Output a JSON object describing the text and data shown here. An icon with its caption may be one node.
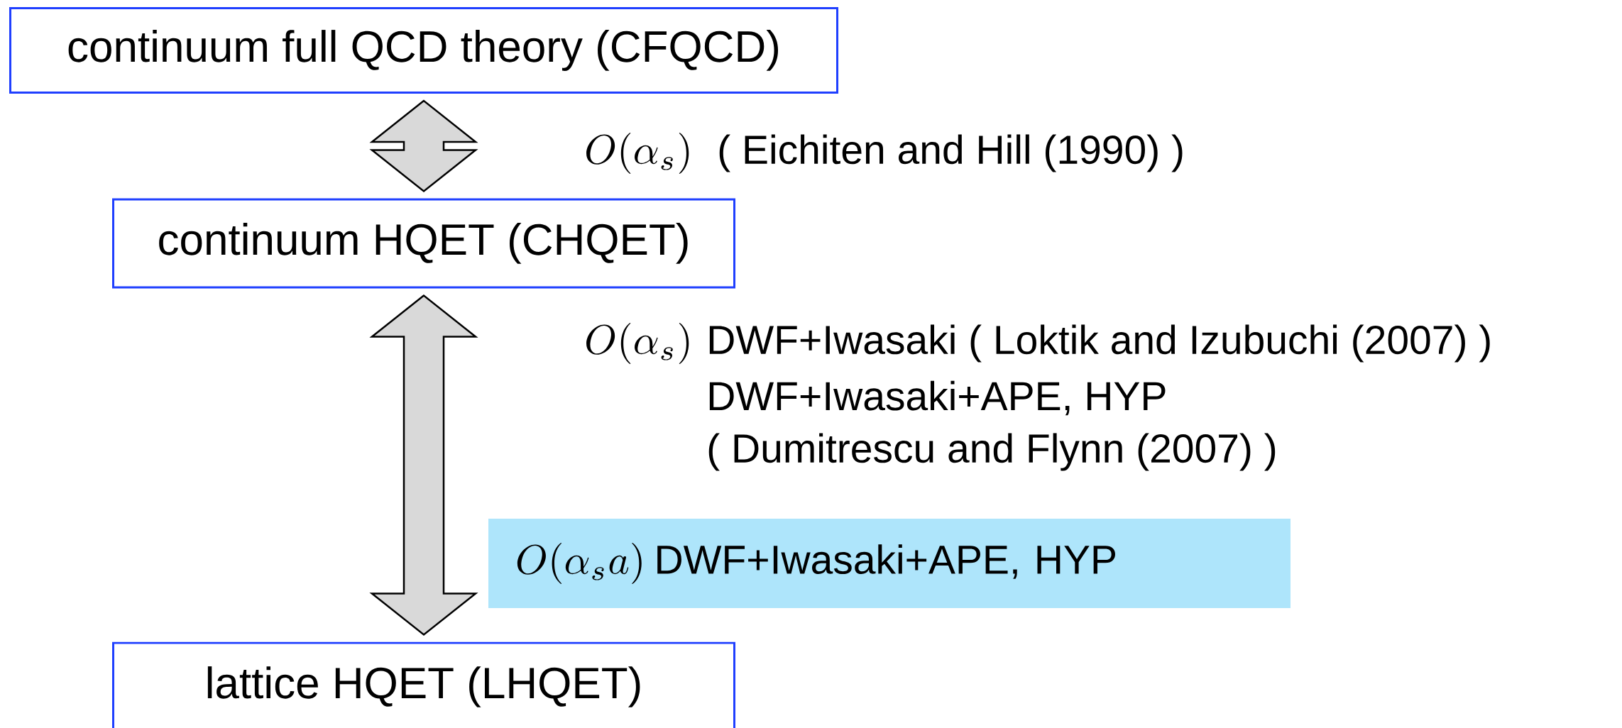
{
  "diagram": {
    "nodes": [
      {
        "text": [
          "continuum full QCD theory (CFQCD)"
        ]
      },
      {
        "text": [
          "continuum HQET (CHQET)"
        ]
      },
      {
        "text": [
          "lattice HQET (LHQET)"
        ]
      },
      {
        "text": [
          "O(\\alpha_s a)",
          "DWF+Iwasaki+APE, HYP"
        ]
      }
    ],
    "edges": [
      {
        "from": 0,
        "to": 1,
        "arrow": "both"
      },
      {
        "from": 1,
        "to": 2,
        "arrow": "both"
      }
    ],
    "labels": [
      "O(\\alpha_s)",
      "( Eichiten and Hill (1990) )",
      "O(\\alpha_s)",
      "DWF+Iwasaki ( Loktik and Izubuchi (2007) )",
      "DWF+Iwasaki+APE, HYP",
      "( Dumitrescu and Flynn (2007) )"
    ]
  }
}
